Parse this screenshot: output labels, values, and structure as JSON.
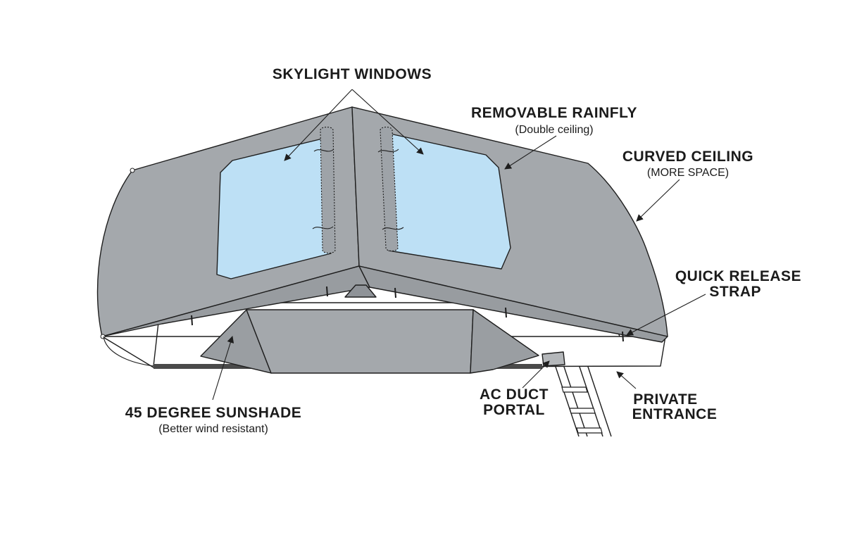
{
  "colors": {
    "fabric": "#a4a8ac",
    "fabric_dark": "#8f9398",
    "window": "#bde0f5",
    "ground_rail": "#4a4a4a",
    "line": "#1e1e1e"
  },
  "labels": {
    "skylight": {
      "title": "SKYLIGHT WINDOWS"
    },
    "rainfly": {
      "title": "REMOVABLE RAINFLY",
      "sub": "(Double ceiling)"
    },
    "ceiling": {
      "title": "CURVED CEILING",
      "sub": "(MORE SPACE)"
    },
    "strap": {
      "title_line1": "QUICK RELEASE",
      "title_line2": "STRAP"
    },
    "sunshade": {
      "title": "45 DEGREE SUNSHADE",
      "sub": "(Better wind resistant)"
    },
    "ac": {
      "title_line1": "AC DUCT",
      "title_line2": "PORTAL"
    },
    "entrance": {
      "title_line1": "PRIVATE",
      "title_line2": "ENTRANCE"
    }
  }
}
